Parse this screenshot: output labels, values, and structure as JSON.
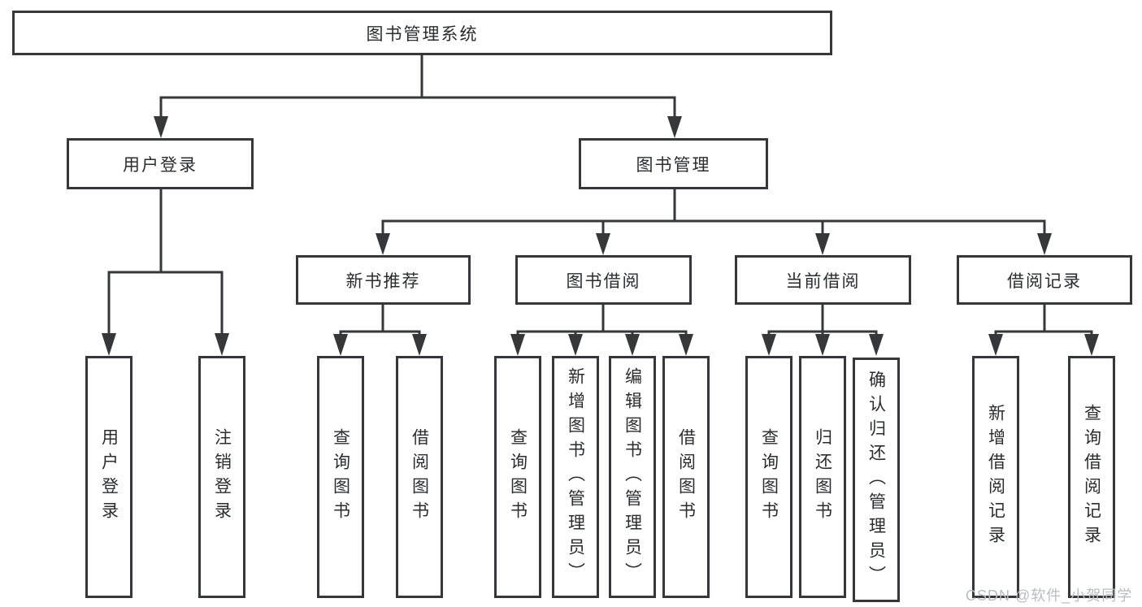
{
  "diagram": {
    "root": {
      "label": "图书管理系统"
    },
    "branches": [
      {
        "label": "用户登录",
        "children": [
          {
            "label": "用户登录"
          },
          {
            "label": "注销登录"
          }
        ]
      },
      {
        "label": "图书管理",
        "children": [
          {
            "label": "新书推荐",
            "children": [
              {
                "label": "查询图书"
              },
              {
                "label": "借阅图书"
              }
            ]
          },
          {
            "label": "图书借阅",
            "children": [
              {
                "label": "查询图书"
              },
              {
                "label": "新增图书（管理员）"
              },
              {
                "label": "编辑图书（管理员）"
              },
              {
                "label": "借阅图书"
              }
            ]
          },
          {
            "label": "当前借阅",
            "children": [
              {
                "label": "查询图书"
              },
              {
                "label": "归还图书"
              },
              {
                "label": "确认归还（管理员）"
              }
            ]
          },
          {
            "label": "借阅记录",
            "children": [
              {
                "label": "新增借阅记录"
              },
              {
                "label": "查询借阅记录"
              }
            ]
          }
        ]
      }
    ]
  },
  "watermark": {
    "text": "CSDN @软件_小贺同学"
  },
  "colors": {
    "line": "#36373b",
    "text": "#2b2c2f",
    "watermark": "#b9bcc3",
    "background": "#ffffff"
  }
}
